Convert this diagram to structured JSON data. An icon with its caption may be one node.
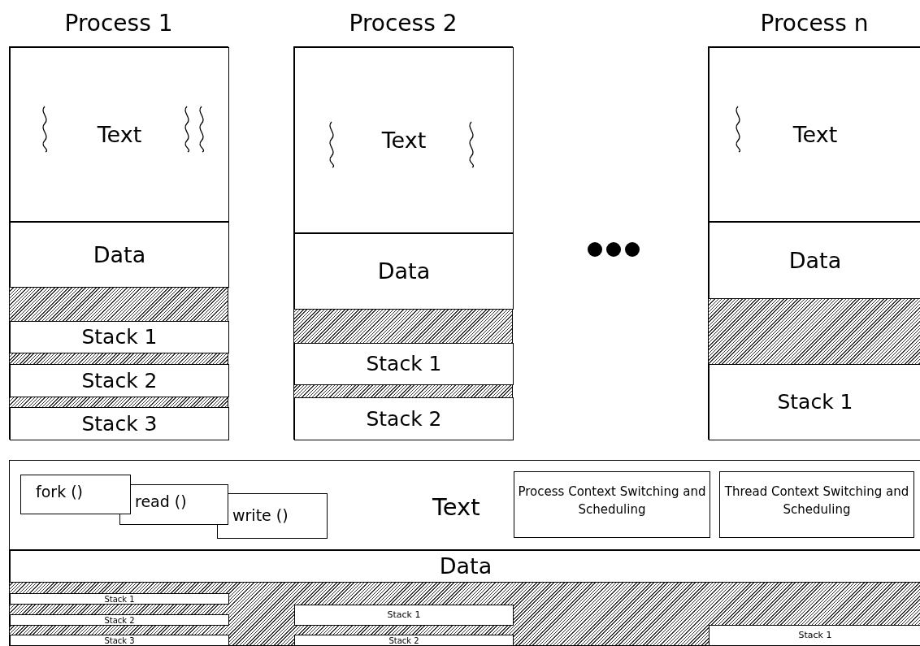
{
  "diagram": {
    "nodes": [
      {
        "text": [
          "Process 1"
        ]
      },
      {
        "text": [
          "Text"
        ],
        "in": 0
      },
      {
        "text": [
          "Data"
        ],
        "in": 0
      },
      {
        "text": [
          "Stack 1"
        ],
        "in": 0
      },
      {
        "text": [
          "Stack 2"
        ],
        "in": 0
      },
      {
        "text": [
          "Stack 3"
        ],
        "in": 0
      },
      {
        "text": [
          "Process 2"
        ]
      },
      {
        "text": [
          "Text"
        ],
        "in": 6
      },
      {
        "text": [
          "Data"
        ],
        "in": 6
      },
      {
        "text": [
          "Stack 1"
        ],
        "in": 6
      },
      {
        "text": [
          "Stack 2"
        ],
        "in": 6
      },
      {
        "text": [
          "Process n"
        ]
      },
      {
        "text": [
          "Text"
        ],
        "in": 11
      },
      {
        "text": [
          "Data"
        ],
        "in": 11
      },
      {
        "text": [
          "Stack 1"
        ],
        "in": 11
      },
      {
        "text": [],
        "shape": "box"
      },
      {
        "text": [
          "Text"
        ],
        "in": 15
      },
      {
        "text": [
          "fork ()"
        ],
        "in": 16
      },
      {
        "text": [
          "read ()"
        ],
        "in": 16
      },
      {
        "text": [
          "write ()"
        ],
        "in": 16
      },
      {
        "text": [
          "Process Context Switching and Scheduling"
        ],
        "in": 16
      },
      {
        "text": [
          "Thread Context Switching and Scheduling"
        ],
        "in": 16
      },
      {
        "text": [
          "Data"
        ],
        "in": 15
      },
      {
        "text": [
          "Stack 1"
        ],
        "in": 15
      },
      {
        "text": [
          "Stack 2"
        ],
        "in": 15
      },
      {
        "text": [
          "Stack 3"
        ],
        "in": 15
      },
      {
        "text": [
          "Stack 1"
        ],
        "in": 15
      },
      {
        "text": [
          "Stack 2"
        ],
        "in": 15
      },
      {
        "text": [
          "Stack 1"
        ],
        "in": 15
      }
    ]
  }
}
